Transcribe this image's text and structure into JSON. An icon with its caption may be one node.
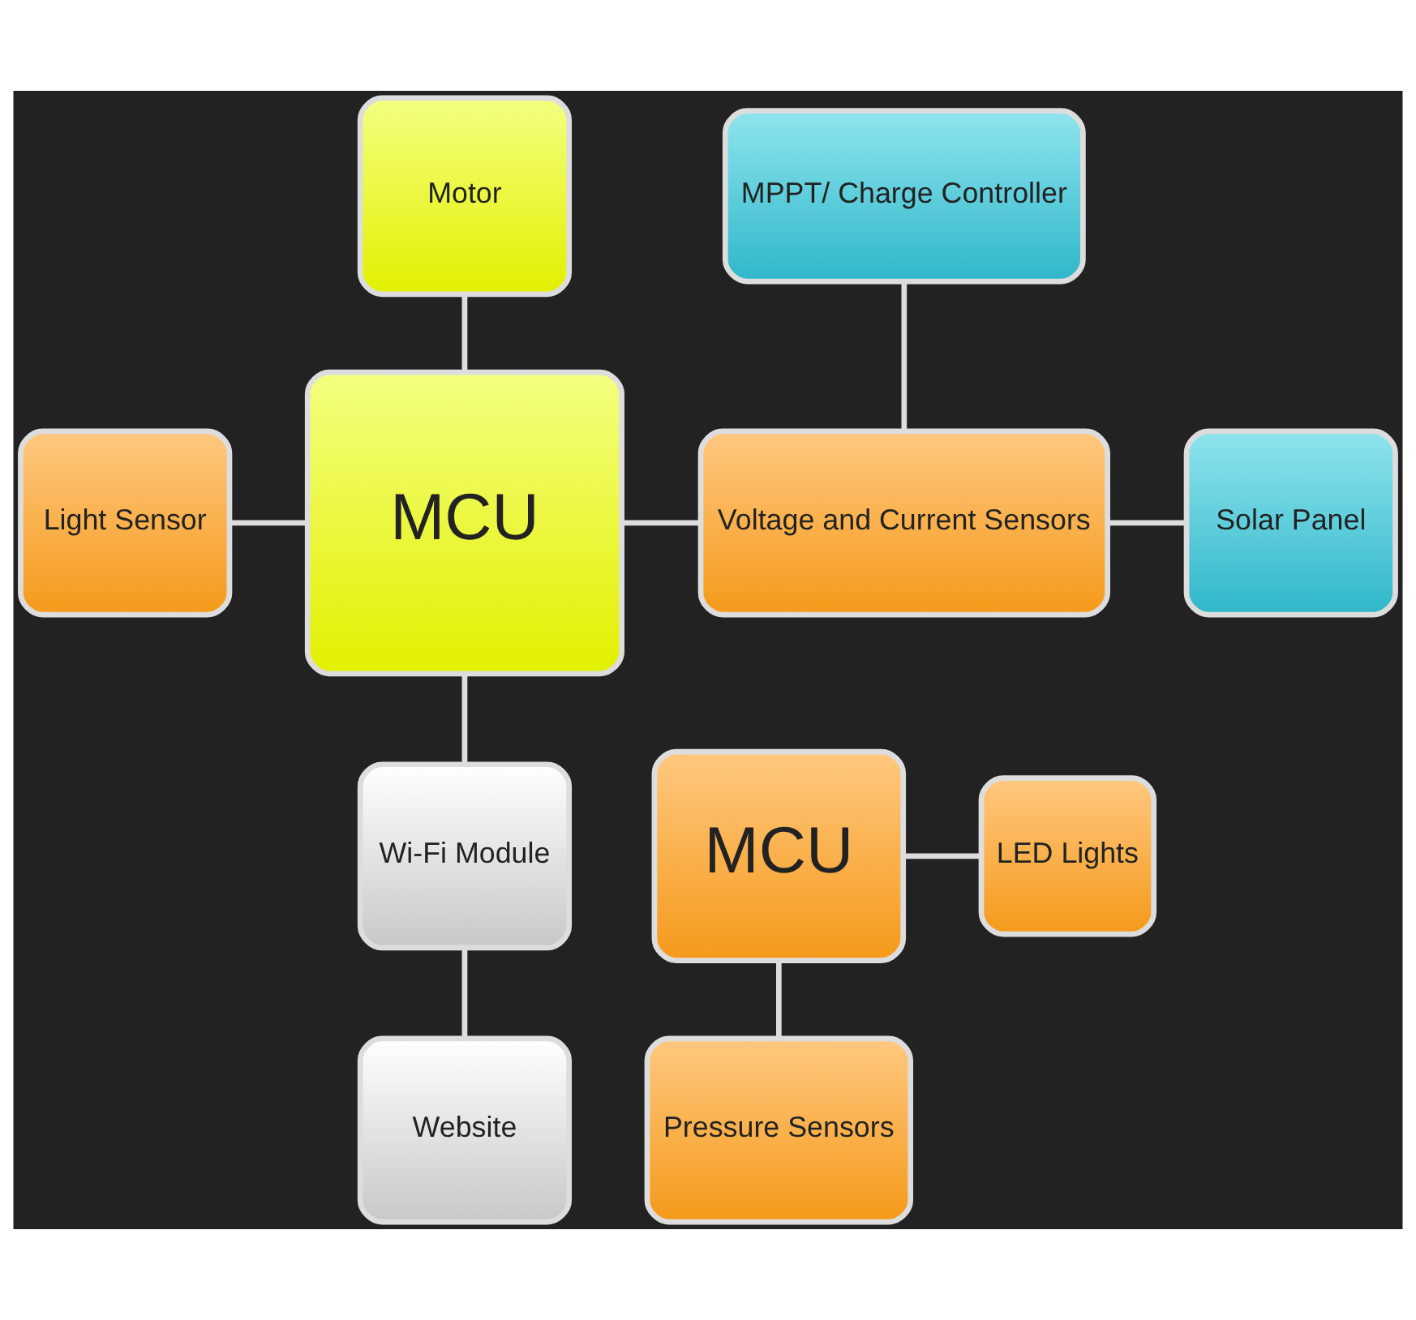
{
  "diagram": {
    "nodes": [
      {
        "text": [
          "Motor"
        ]
      },
      {
        "text": [
          "MPPT/ Charge Controller"
        ]
      },
      {
        "text": [
          "Light Sensor"
        ]
      },
      {
        "text": [
          "MCU"
        ]
      },
      {
        "text": [
          "Voltage and Current Sensors"
        ]
      },
      {
        "text": [
          "Solar Panel"
        ]
      },
      {
        "text": [
          "Wi-Fi Module"
        ]
      },
      {
        "text": [
          "MCU"
        ]
      },
      {
        "text": [
          "LED Lights"
        ]
      },
      {
        "text": [
          "Website"
        ]
      },
      {
        "text": [
          "Pressure Sensors"
        ]
      }
    ],
    "edges": [
      {
        "from": 0,
        "to": 3,
        "arrow": "none"
      },
      {
        "from": 2,
        "to": 3,
        "arrow": "none"
      },
      {
        "from": 3,
        "to": 4,
        "arrow": "none"
      },
      {
        "from": 1,
        "to": 4,
        "arrow": "none"
      },
      {
        "from": 4,
        "to": 5,
        "arrow": "none"
      },
      {
        "from": 3,
        "to": 6,
        "arrow": "none"
      },
      {
        "from": 6,
        "to": 9,
        "arrow": "none"
      },
      {
        "from": 7,
        "to": 8,
        "arrow": "none"
      },
      {
        "from": 7,
        "to": 10,
        "arrow": "none"
      }
    ]
  }
}
